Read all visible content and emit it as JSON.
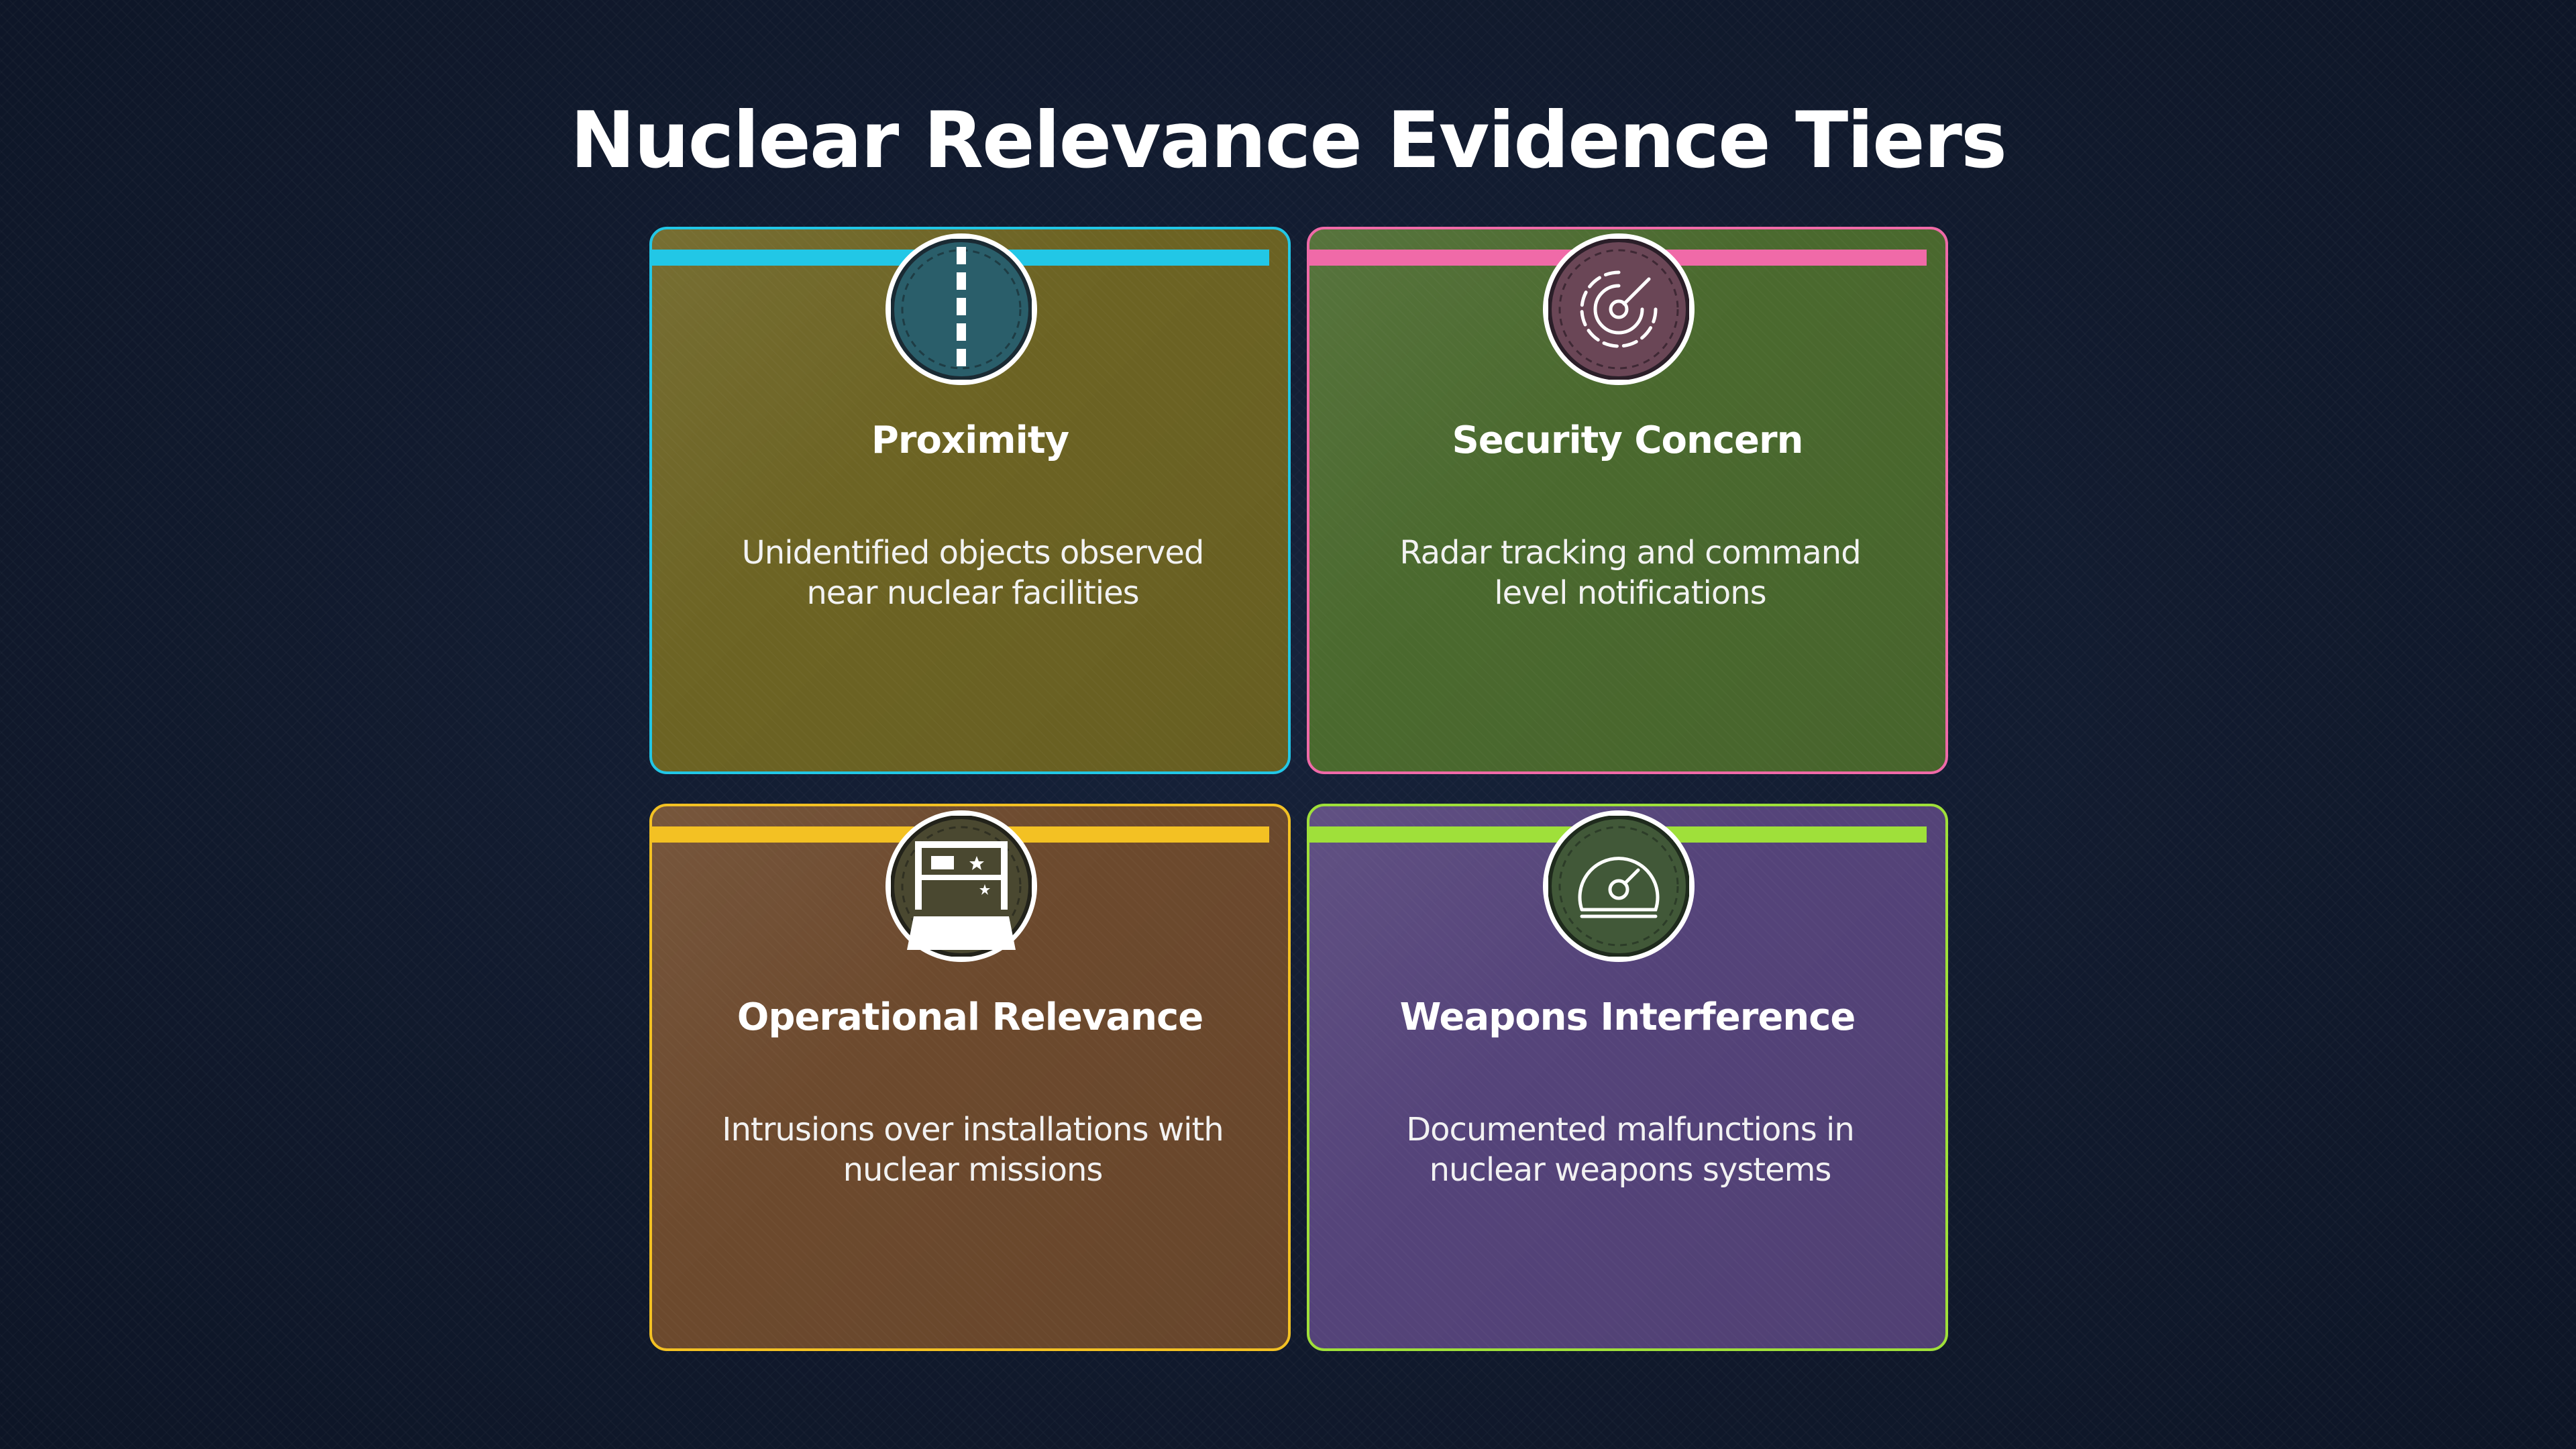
{
  "title": "Nuclear Relevance Evidence Tiers",
  "cards": [
    {
      "title": "Proximity",
      "description": "Unidentified objects observed near nuclear facilities",
      "icon": "road-icon",
      "bg_color": "#6d6424",
      "border_color": "#22c7e6",
      "bar_color": "#22c7e6",
      "icon_color": "#2a5e6a"
    },
    {
      "title": "Security Concern",
      "description": "Radar tracking and command level notifications",
      "icon": "radar-icon",
      "bg_color": "#4b6a2f",
      "border_color": "#f06aa8",
      "bar_color": "#f06aa8",
      "icon_color": "#6a4656"
    },
    {
      "title": "Operational Relevance",
      "description": "Intrusions over installations with nuclear missions",
      "icon": "installation-icon",
      "bg_color": "#6d4a2e",
      "border_color": "#f3c123",
      "bar_color": "#f3c123",
      "icon_color": "#4a4830"
    },
    {
      "title": "Weapons Interference",
      "description": "Documented malfunctions in nuclear weapons systems",
      "icon": "gauge-icon",
      "bg_color": "#55447a",
      "border_color": "#9fe03a",
      "bar_color": "#9fe03a",
      "icon_color": "#415838"
    }
  ]
}
